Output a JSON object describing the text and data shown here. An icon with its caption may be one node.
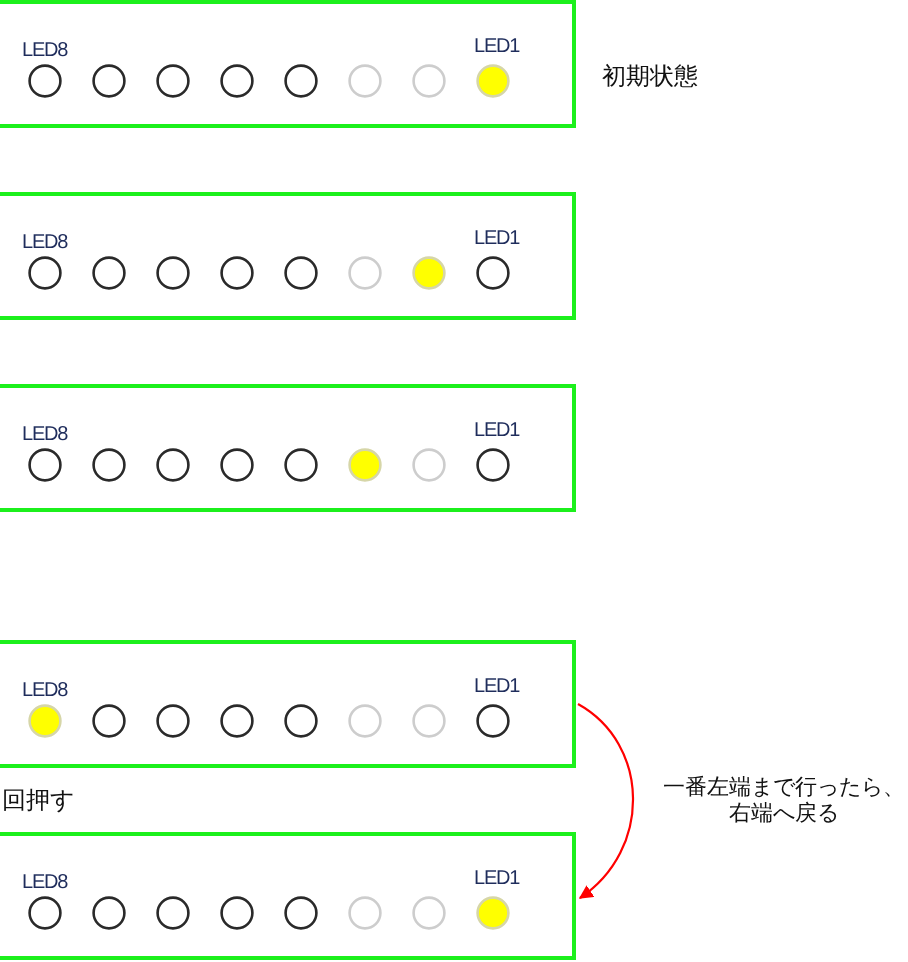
{
  "diagram": {
    "nodes": [
      {
        "text": [
          "LED8",
          "LED1"
        ],
        "beside": [
          "初期状態"
        ]
      },
      {
        "text": [
          "LED8",
          "LED1"
        ]
      },
      {
        "text": [
          "LED8",
          "LED1"
        ]
      },
      {
        "text": [
          "LED8",
          "LED1"
        ]
      },
      {
        "text": [
          "LED8",
          "LED1"
        ]
      }
    ],
    "edges": [
      {
        "from": 3,
        "to": 4,
        "arrow": "to",
        "label": "一番左端まで行ったら、右端へ戻る",
        "color": "#ff0000"
      }
    ],
    "labels": [
      "回押す"
    ]
  }
}
